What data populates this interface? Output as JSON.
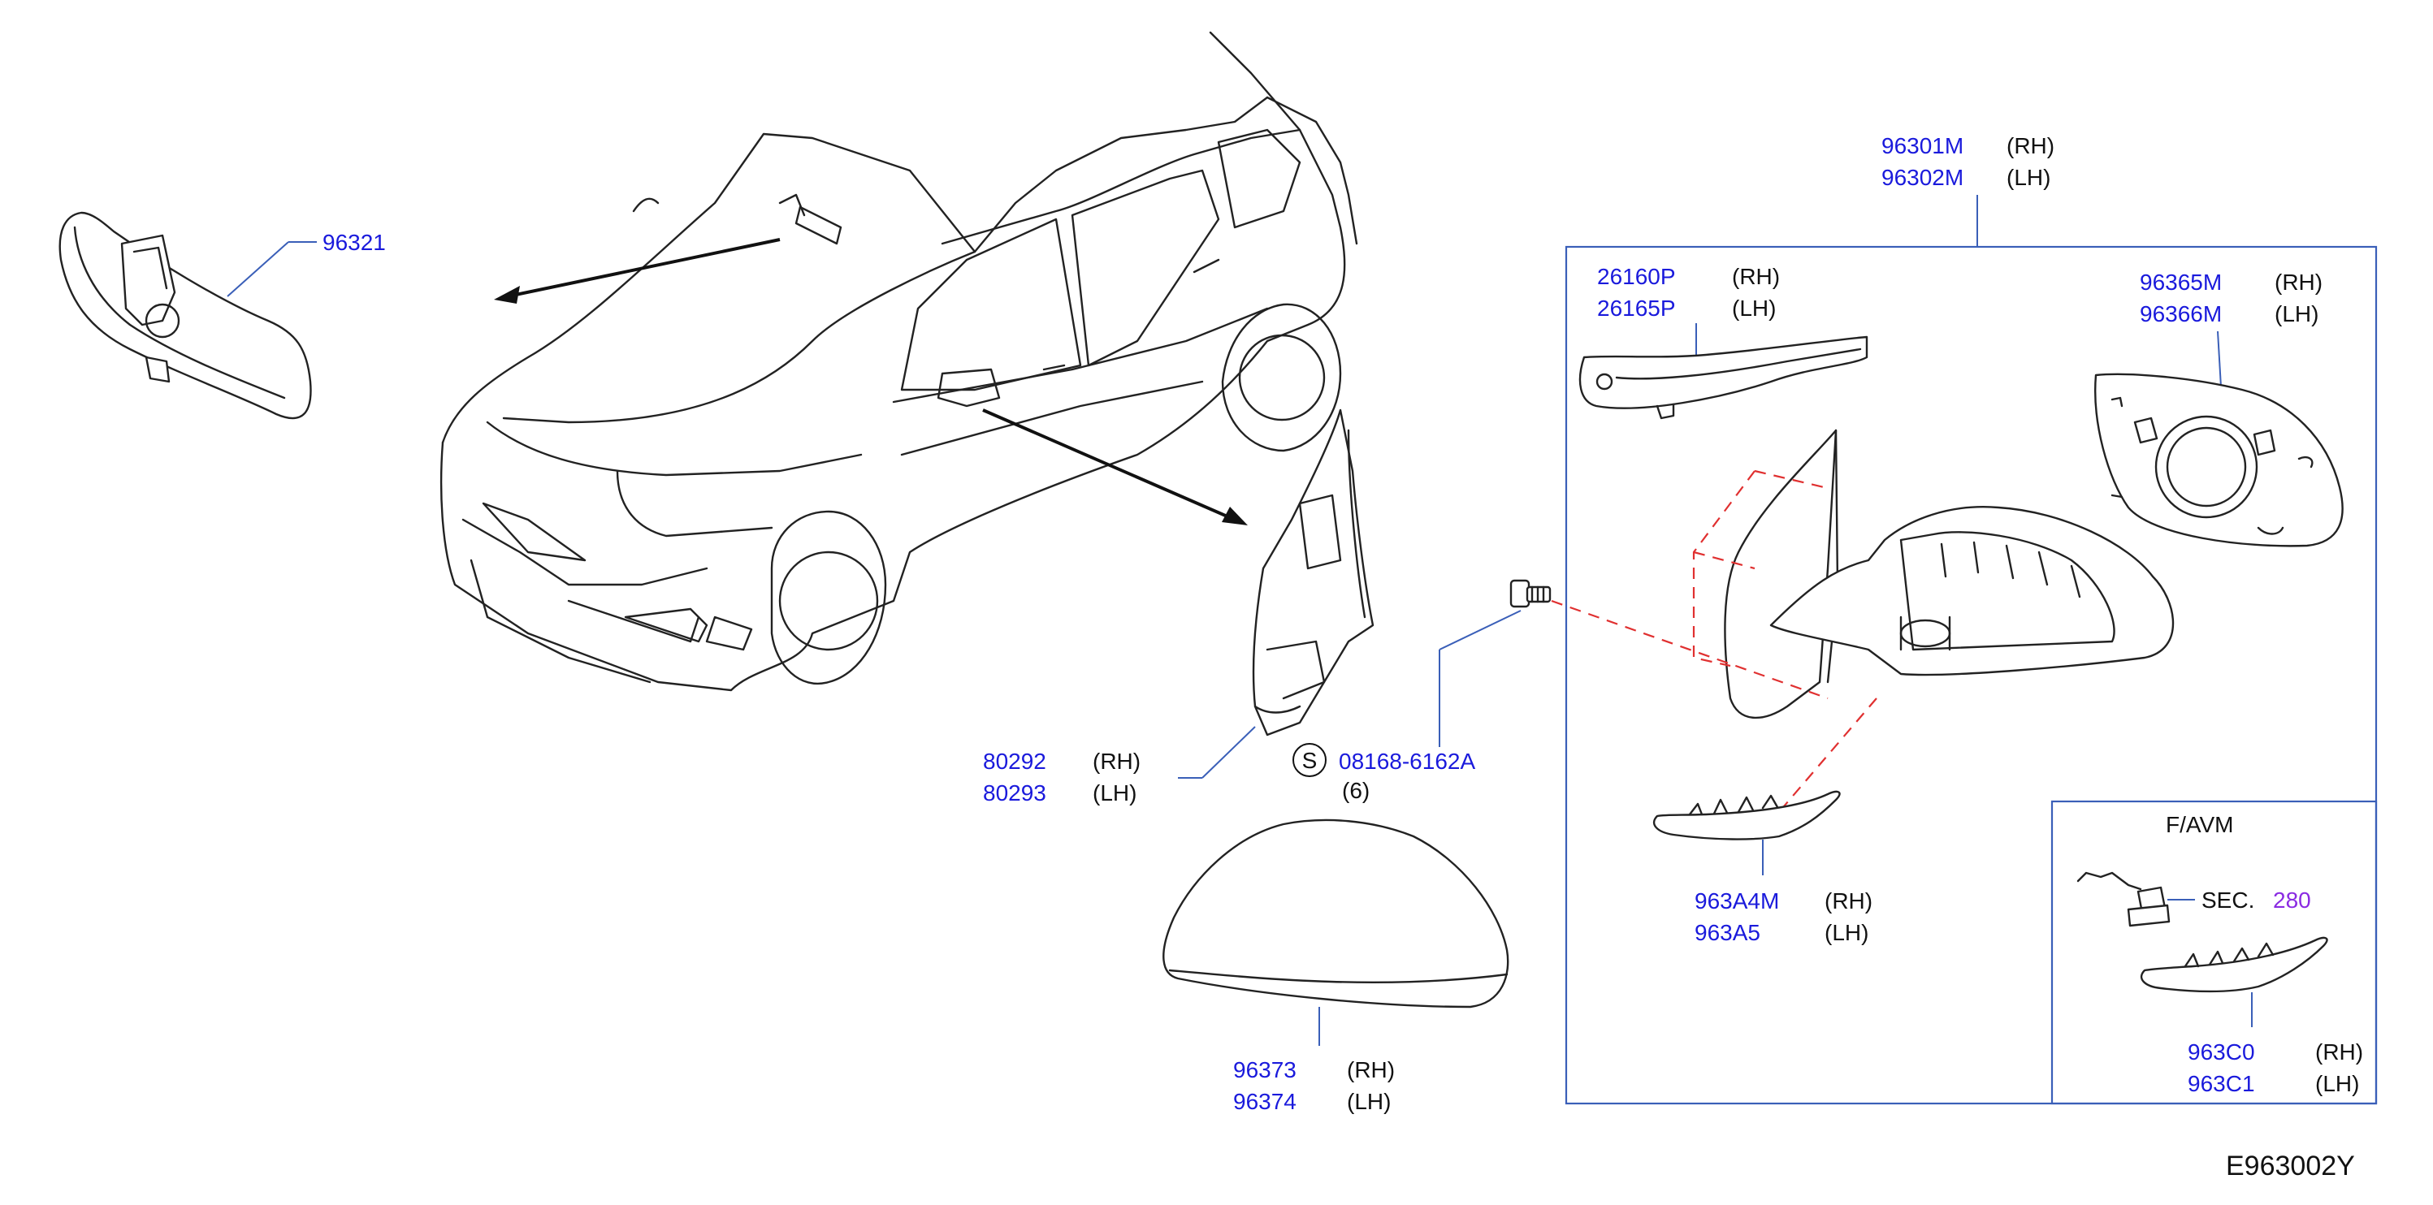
{
  "diagram_code": "E963002Y",
  "labels": {
    "inner_mirror": {
      "pn": "96321"
    },
    "mirror_assy": {
      "pn_rh": "96301M",
      "side_rh": "(RH)",
      "pn_lh": "96302M",
      "side_lh": "(LH)"
    },
    "turn_lamp": {
      "pn_rh": "26160P",
      "side_rh": "(RH)",
      "pn_lh": "26165P",
      "side_lh": "(LH)"
    },
    "glass": {
      "pn_rh": "96365M",
      "side_rh": "(RH)",
      "pn_lh": "96366M",
      "side_lh": "(LH)"
    },
    "finisher": {
      "pn_rh": "80292",
      "side_rh": "(RH)",
      "pn_lh": "80293",
      "side_lh": "(LH)"
    },
    "screw": {
      "symbol": "S",
      "pn": "08168-6162A",
      "qty": "(6)"
    },
    "cover_lower": {
      "pn_rh": "963A4M",
      "side_rh": "(RH)",
      "pn_lh": "963A5",
      "side_lh": "(LH)"
    },
    "cover": {
      "pn_rh": "96373",
      "side_rh": "(RH)",
      "pn_lh": "96374",
      "side_lh": "(LH)"
    },
    "favm": {
      "title": "F/AVM",
      "sec_prefix": "SEC.",
      "sec_num": "280",
      "pn_rh": "963C0",
      "side_rh": "(RH)",
      "pn_lh": "963C1",
      "side_lh": "(LH)"
    }
  },
  "colors": {
    "part_number": "#1a1adc",
    "section_ref": "#8a2be2",
    "leader": "#3a5fb8",
    "dashed_guide": "#e03030"
  }
}
